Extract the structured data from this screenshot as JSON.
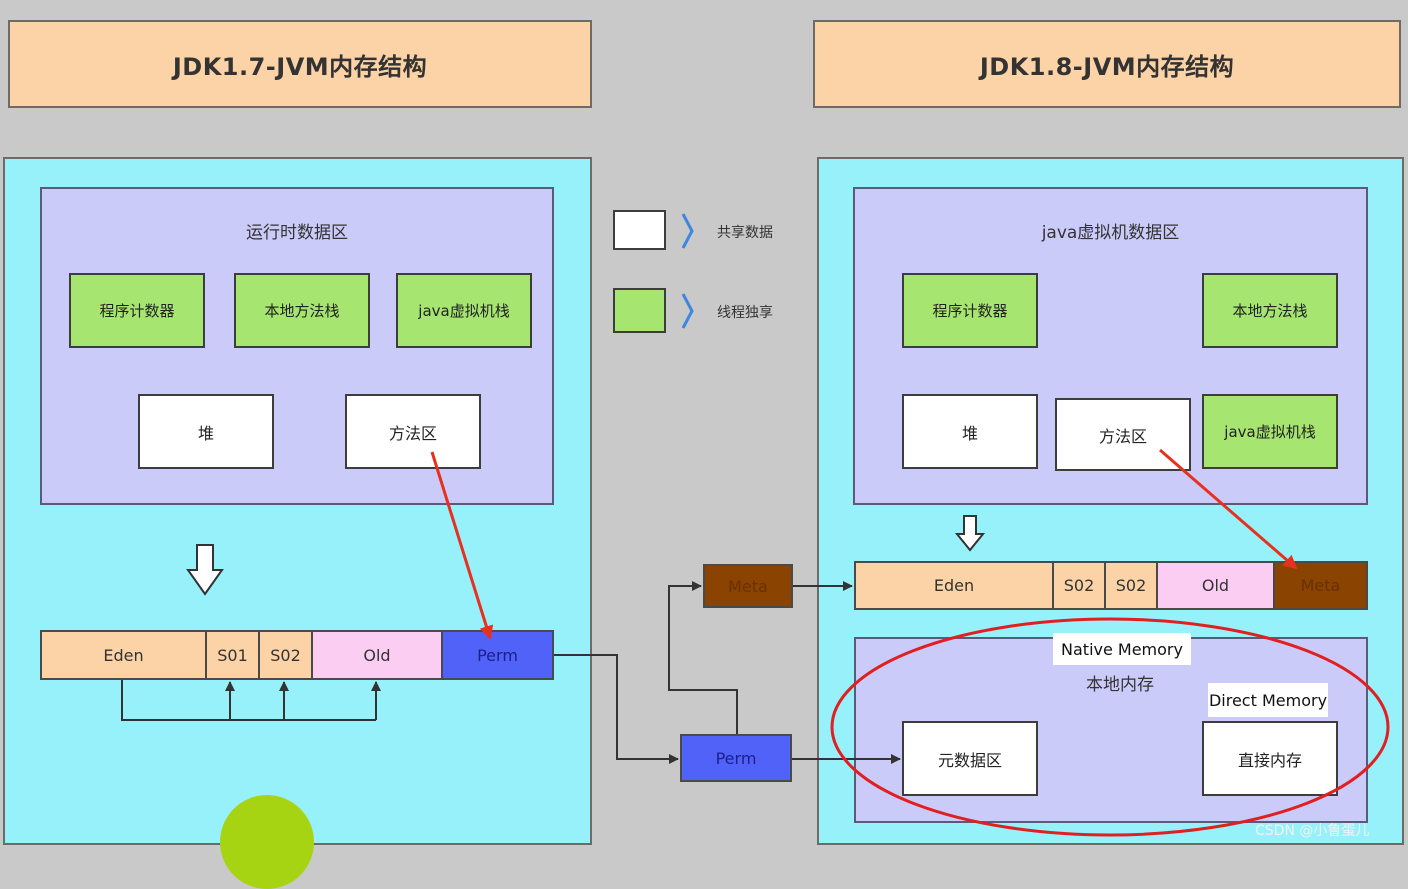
{
  "left": {
    "title": "JDK1.7-JVM内存结构",
    "area_label": "运行时数据区",
    "thread_private": [
      "程序计数器",
      "本地方法栈",
      "java虚拟机栈"
    ],
    "shared": [
      "堆",
      "方法区"
    ],
    "heap": [
      "Eden",
      "S01",
      "S02",
      "Old",
      "Perm"
    ]
  },
  "right": {
    "title": "JDK1.8-JVM内存结构",
    "area_label": "java虚拟机数据区",
    "program_counter": "程序计数器",
    "native_stack": "本地方法栈",
    "vm_stack": "java虚拟机栈",
    "heap_box": "堆",
    "method_area": "方法区",
    "heap": [
      "Eden",
      "S02",
      "S02",
      "Old",
      "Meta"
    ],
    "native_memory_en": "Native Memory",
    "native_memory_cn": "本地内存",
    "direct_memory_en": "Direct Memory",
    "metadata_area": "元数据区",
    "direct_memory_cn": "直接内存"
  },
  "legend": {
    "shared_label": "共享数据",
    "private_label": "线程独享"
  },
  "middle": {
    "meta_box": "Meta",
    "perm_box": "Perm"
  },
  "watermark": "CSDN @小鲁蛋儿",
  "colors": {
    "title_bg": "#fbd3a6",
    "panel_bg": "#97f1fb",
    "inner_bg": "#cbcbfa",
    "thread_private": "#a5e570",
    "perm": "#5062f7",
    "meta": "#8a4300",
    "old": "#fccdf3",
    "arrow_red": "#e8301f",
    "ellipse_red": "#e02020",
    "legend_arrow": "#3f86e0"
  }
}
